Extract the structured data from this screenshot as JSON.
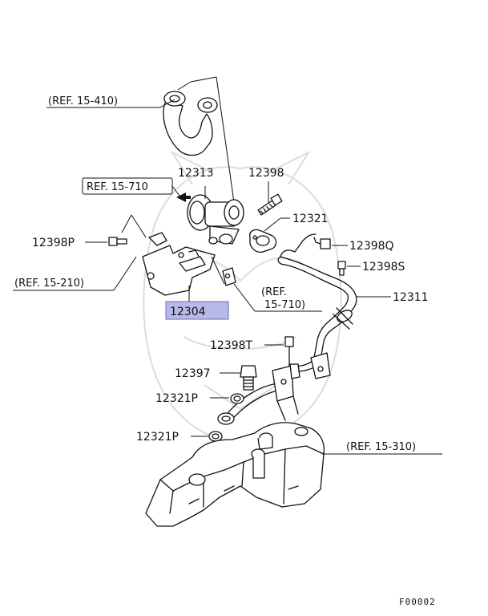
{
  "refs": {
    "r410": "(REF. 15-410)",
    "r710a": "REF. 15-710",
    "r210": "(REF. 15-210)",
    "r710b_l1": "(REF.",
    "r710b_l2": "15-710)",
    "r310": "(REF. 15-310)"
  },
  "parts": {
    "p12313": "12313",
    "p12398": "12398",
    "p12321": "12321",
    "p12398P": "12398P",
    "p12398Q": "12398Q",
    "p12398S": "12398S",
    "p12311": "12311",
    "p12304": "12304",
    "p12398T": "12398T",
    "p12397": "12397",
    "p12321P_a": "12321P",
    "p12321P_b": "12321P"
  },
  "highlight_color": "#b9b9e8",
  "figure_code": "F00002"
}
